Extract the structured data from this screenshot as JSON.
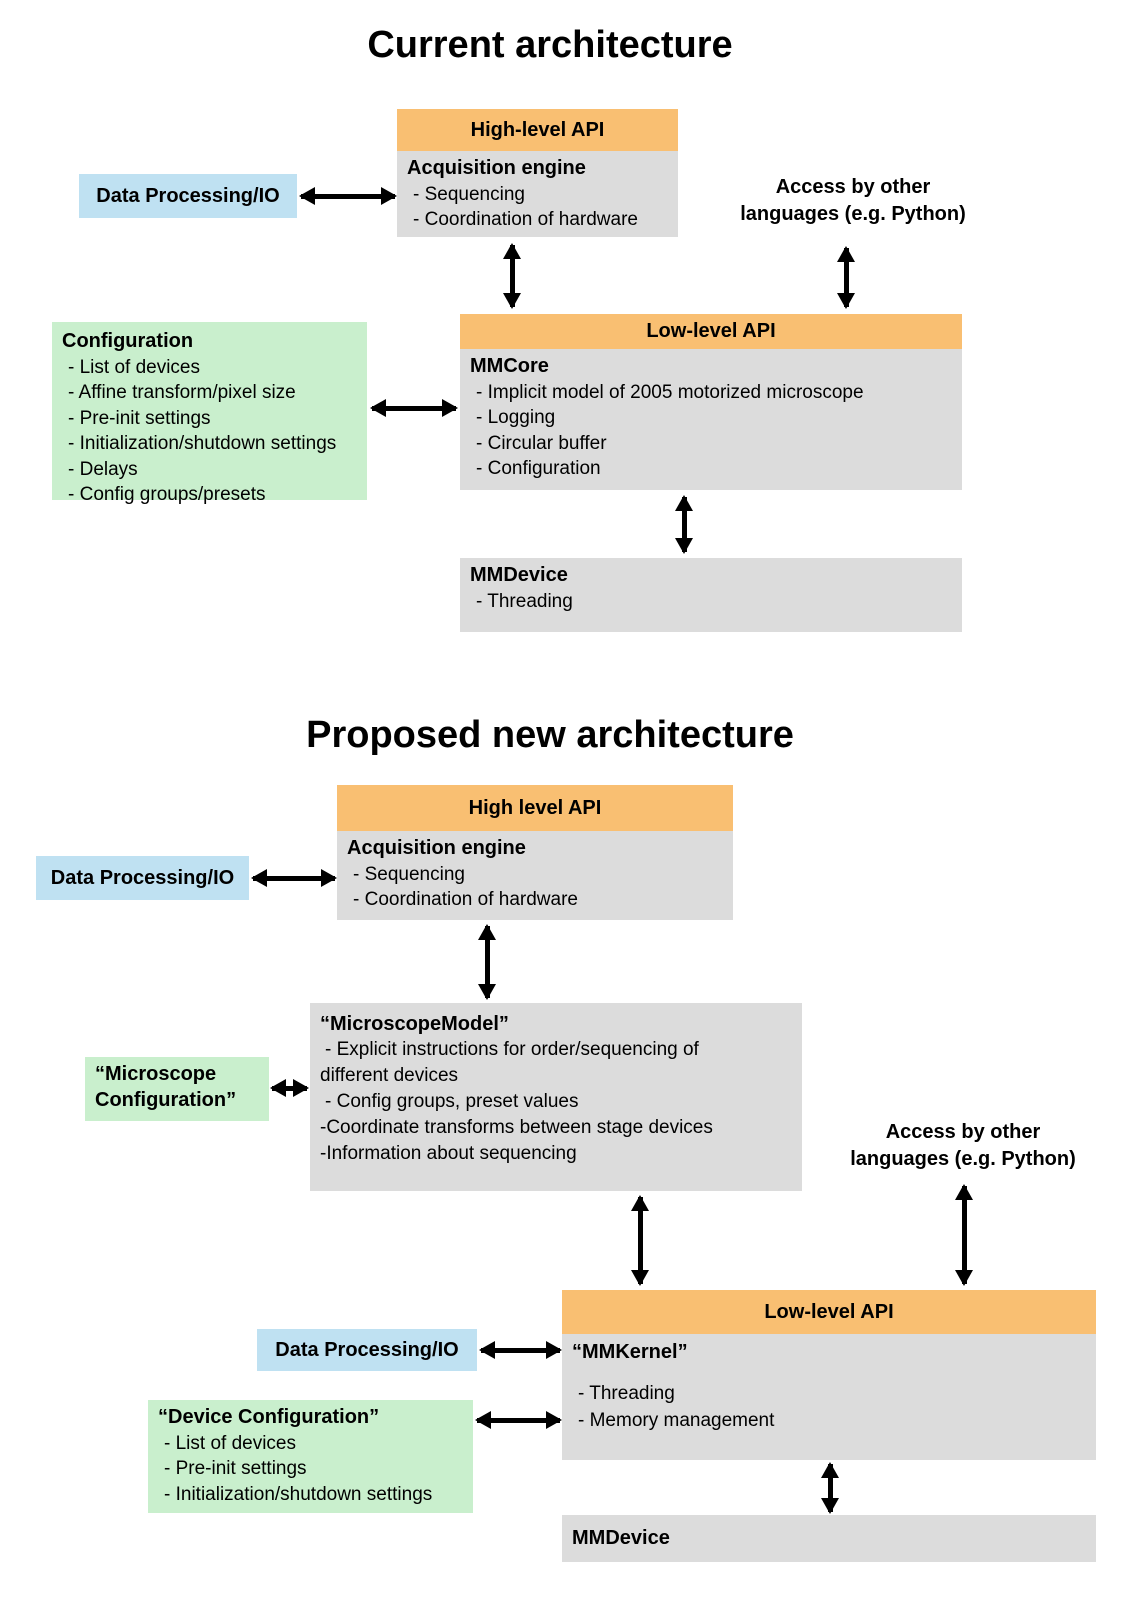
{
  "colors": {
    "header_orange": "#f9bf72",
    "body_gray": "#dcdcdc",
    "data_processing_blue": "#bfe1f2",
    "configuration_green": "#c9efcd",
    "arrow_black": "#000000"
  },
  "current": {
    "title": "Current architecture",
    "high_api": {
      "header": "High-level API",
      "engine_title": "Acquisition engine",
      "items": [
        "- Sequencing",
        "- Coordination of hardware"
      ]
    },
    "data_processing_label": "Data Processing/IO",
    "access_label": {
      "line1": "Access by other",
      "line2": "languages (e.g. Python)"
    },
    "low_api": {
      "header": "Low-level API",
      "core_title": "MMCore",
      "items": [
        "- Implicit model of 2005 motorized microscope",
        "- Logging",
        "- Circular buffer",
        "- Configuration"
      ]
    },
    "configuration": {
      "title": "Configuration",
      "items": [
        "- List of devices",
        "- Affine transform/pixel size",
        "- Pre-init settings",
        "- Initialization/shutdown settings",
        "- Delays",
        "- Config groups/presets"
      ]
    },
    "mmdevice": {
      "title": "MMDevice",
      "items": [
        "- Threading"
      ]
    }
  },
  "proposed": {
    "title": "Proposed new architecture",
    "high_api": {
      "header": "High level API",
      "engine_title": "Acquisition engine",
      "items": [
        "- Sequencing",
        "- Coordination of hardware"
      ]
    },
    "data_processing_label": "Data Processing/IO",
    "access_label": {
      "line1": "Access by other",
      "line2": "languages (e.g. Python)"
    },
    "microscope_model": {
      "title": "“MicroscopeModel”",
      "items": [
        "- Explicit instructions for order/sequencing of",
        "different devices",
        "- Config groups, preset values",
        "-Coordinate transforms between stage devices",
        "-Information about sequencing"
      ]
    },
    "microscope_config": {
      "line1": "“Microscope",
      "line2": "Configuration”"
    },
    "low_api": {
      "header": "Low-level API",
      "kernel_title": "“MMKernel”",
      "items": [
        "- Threading",
        "- Memory management"
      ]
    },
    "data_processing2_label": "Data Processing/IO",
    "device_config": {
      "title": "“Device Configuration”",
      "items": [
        "- List of devices",
        "- Pre-init settings",
        "- Initialization/shutdown settings"
      ]
    },
    "mmdevice2": {
      "title": "MMDevice"
    }
  }
}
